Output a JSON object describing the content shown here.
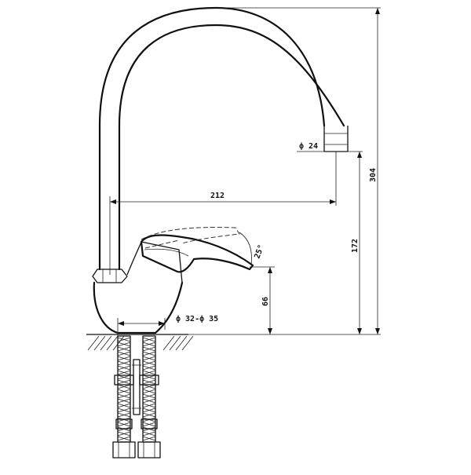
{
  "drawing": {
    "dimensions": {
      "spout_diameter": "ф 24",
      "reach": "212",
      "spout_height": "172",
      "total_height": "304",
      "lever_angle": "25°",
      "body_height": "66",
      "mount_hole": "ф 32-ф 35"
    },
    "colors": {
      "line": "#111111",
      "background": "#ffffff"
    }
  }
}
